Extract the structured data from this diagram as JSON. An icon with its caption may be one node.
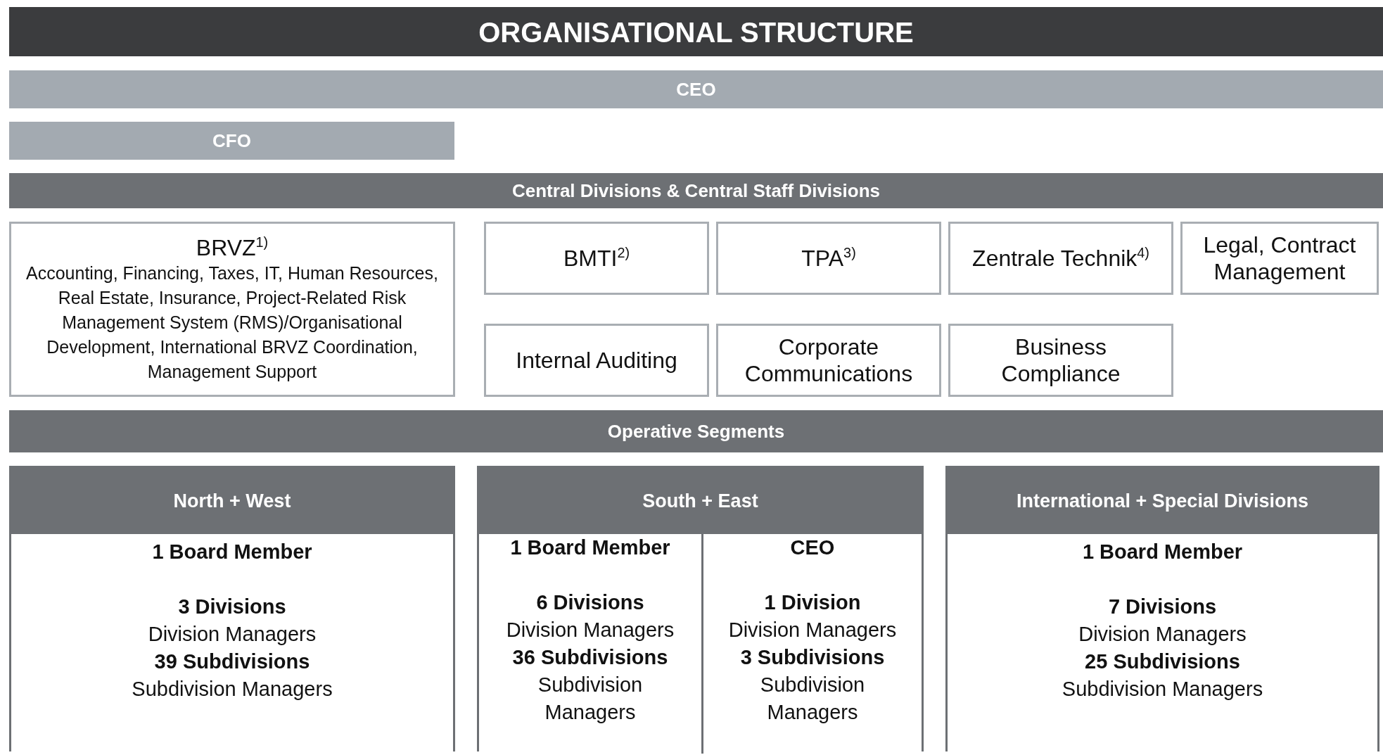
{
  "diagram": {
    "title": "ORGANISATIONAL STRUCTURE",
    "nodes": [
      {
        "text": [
          "CEO"
        ]
      },
      {
        "text": [
          "CFO"
        ]
      },
      {
        "text": [
          "Central Divisions & Central Staff Divisions"
        ]
      },
      {
        "text": [
          "BRVZ$^{1)}$",
          "Accounting, Financing, Taxes, IT, Human Resources, Real Estate, Insurance, Project-Related Risk Management System (RMS)/Organisational Development, International BRVZ Coordination, Management Support"
        ]
      },
      {
        "text": [
          "BMTI$^{2)}$"
        ]
      },
      {
        "text": [
          "TPA$^{3)}$"
        ]
      },
      {
        "text": [
          "Zentrale Technik$^{4)}$"
        ]
      },
      {
        "text": [
          "Legal, Contract Management"
        ]
      },
      {
        "text": [
          "Internal Auditing"
        ]
      },
      {
        "text": [
          "Corporate Communications"
        ]
      },
      {
        "text": [
          "Business Compliance"
        ]
      },
      {
        "text": [
          "Operative Segments"
        ]
      },
      {
        "text": [
          "North + West"
        ]
      },
      {
        "text": [
          "1 Board Member",
          "3 Divisions",
          "Division Managers",
          "39 Subdivisions",
          "Subdivision Managers"
        ],
        "in": 12
      },
      {
        "text": [
          "South + East"
        ]
      },
      {
        "text": [
          "1 Board Member",
          "6 Divisions",
          "Division Managers",
          "36 Subdivisions",
          "Subdivision Managers"
        ],
        "in": 14
      },
      {
        "text": [
          "CEO",
          "1 Division",
          "Division Managers",
          "3 Subdivisions",
          "Subdivision Managers"
        ],
        "in": 14
      },
      {
        "text": [
          "International + Special Divisions"
        ]
      },
      {
        "text": [
          "1 Board Member",
          "7 Divisions",
          "Division Managers",
          "25 Subdivisions",
          "Subdivision Managers"
        ],
        "in": 17
      }
    ]
  }
}
